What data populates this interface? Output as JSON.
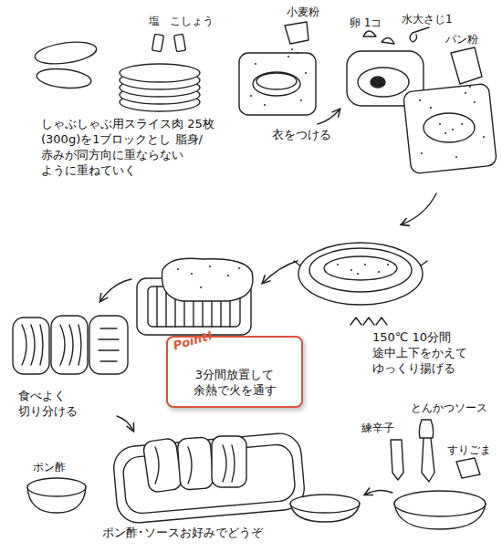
{
  "diagram": {
    "nodes": [
      {
        "text": [
          "Point!",
          "3分間放置して 余熱で火を通す"
        ]
      }
    ],
    "labels": [
      "塩",
      "こしょう",
      "小麦粉",
      "卵 1コ",
      "水大さじ1",
      "パン粉",
      "しゃぶしゃぶ用スライス肉 25枚(300g)を1ブロックとし 脂身/赤みが同方向に重ならない ように重ねていく",
      "衣をつける",
      "150℃ 10分間 途中上下をかえて ゆっくり揚げる",
      "食べよく 切り分ける",
      "練辛子",
      "とんかつソース",
      "すりごま",
      "ポン酢",
      "ポン酢･ソースお好みでどうぞ"
    ]
  }
}
